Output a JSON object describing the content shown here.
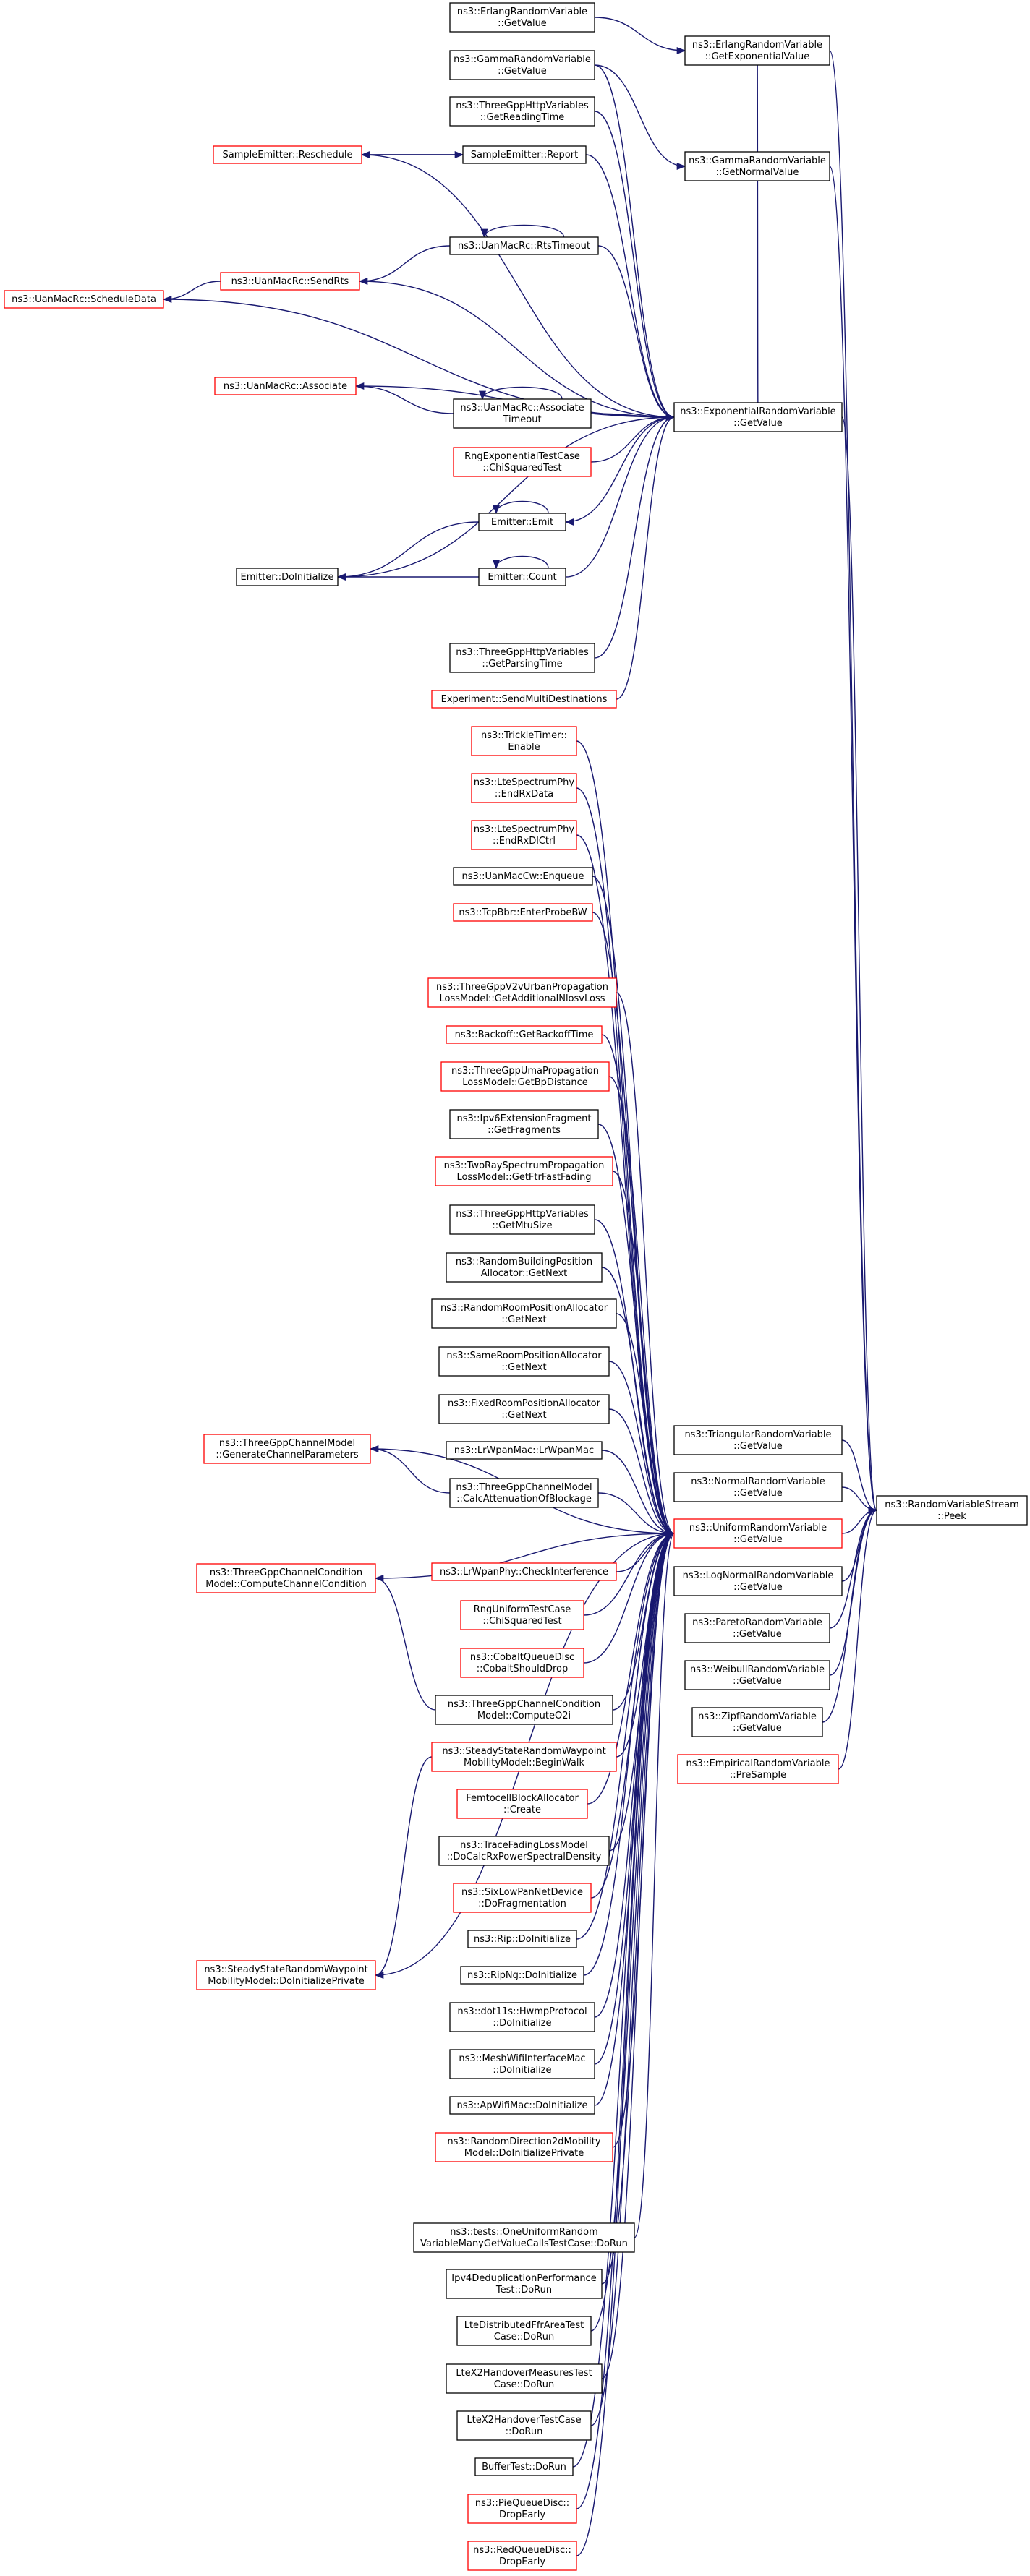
{
  "colors": {
    "edge": "#191970",
    "black_border": "#000000",
    "red_border": "#ff0000",
    "root_fill": "#bfbfbf"
  },
  "nodes": [
    {
      "id": "erlang_getvalue",
      "lines": [
        "ns3::ErlangRandomVariable",
        "::GetValue"
      ],
      "border": "black"
    },
    {
      "id": "erlang_getexponential",
      "lines": [
        "ns3::ErlangRandomVariable",
        "::GetExponentialValue"
      ],
      "border": "black"
    },
    {
      "id": "gamma_getvalue",
      "lines": [
        "ns3::GammaRandomVariable",
        "::GetValue"
      ],
      "border": "black"
    },
    {
      "id": "threegpphttp_readingtime",
      "lines": [
        "ns3::ThreeGppHttpVariables",
        "::GetReadingTime"
      ],
      "border": "black"
    },
    {
      "id": "gamma_getnormal",
      "lines": [
        "ns3::GammaRandomVariable",
        "::GetNormalValue"
      ],
      "border": "black"
    },
    {
      "id": "sampleemitter_reschedule",
      "lines": [
        "SampleEmitter::Reschedule"
      ],
      "border": "red"
    },
    {
      "id": "sampleemitter_report",
      "lines": [
        "SampleEmitter::Report"
      ],
      "border": "black"
    },
    {
      "id": "uanmacrc_rtstimeout",
      "lines": [
        "ns3::UanMacRc::RtsTimeout"
      ],
      "border": "black"
    },
    {
      "id": "uanmacrc_sendrts",
      "lines": [
        "ns3::UanMacRc::SendRts"
      ],
      "border": "red"
    },
    {
      "id": "uanmacrc_scheduledata",
      "lines": [
        "ns3::UanMacRc::ScheduleData"
      ],
      "border": "red"
    },
    {
      "id": "uanmacrc_associate",
      "lines": [
        "ns3::UanMacRc::Associate"
      ],
      "border": "red"
    },
    {
      "id": "uanmacrc_associatetimeout",
      "lines": [
        "ns3::UanMacRc::Associate",
        "Timeout"
      ],
      "border": "black"
    },
    {
      "id": "exponential_getvalue",
      "lines": [
        "ns3::ExponentialRandomVariable",
        "::GetValue"
      ],
      "border": "black"
    },
    {
      "id": "rngexp_chisquared",
      "lines": [
        "RngExponentialTestCase",
        "::ChiSquaredTest"
      ],
      "border": "red"
    },
    {
      "id": "emitter_emit",
      "lines": [
        "Emitter::Emit"
      ],
      "border": "black"
    },
    {
      "id": "emitter_doinitialize",
      "lines": [
        "Emitter::DoInitialize"
      ],
      "border": "black"
    },
    {
      "id": "emitter_count",
      "lines": [
        "Emitter::Count"
      ],
      "border": "black"
    },
    {
      "id": "threegpphttp_parsingtime",
      "lines": [
        "ns3::ThreeGppHttpVariables",
        "::GetParsingTime"
      ],
      "border": "black"
    },
    {
      "id": "experiment_sendmulti",
      "lines": [
        "Experiment::SendMultiDestinations"
      ],
      "border": "red"
    },
    {
      "id": "trickletimer_enable",
      "lines": [
        "ns3::TrickleTimer::",
        "Enable"
      ],
      "border": "red"
    },
    {
      "id": "ltespectrumphy_endrxdata",
      "lines": [
        "ns3::LteSpectrumPhy",
        "::EndRxData"
      ],
      "border": "red"
    },
    {
      "id": "ltespectrumphy_endrxdlctrl",
      "lines": [
        "ns3::LteSpectrumPhy",
        "::EndRxDlCtrl"
      ],
      "border": "red"
    },
    {
      "id": "uanmaccw_enqueue",
      "lines": [
        "ns3::UanMacCw::Enqueue"
      ],
      "border": "black"
    },
    {
      "id": "tcpbbr_enterprobebw",
      "lines": [
        "ns3::TcpBbr::EnterProbeBW"
      ],
      "border": "red"
    },
    {
      "id": "threegppv2v_nlosv",
      "lines": [
        "ns3::ThreeGppV2vUrbanPropagation",
        "LossModel::GetAdditionalNlosvLoss"
      ],
      "border": "red"
    },
    {
      "id": "backoff_getbackofftime",
      "lines": [
        "ns3::Backoff::GetBackoffTime"
      ],
      "border": "red"
    },
    {
      "id": "threegppuma_bpdistance",
      "lines": [
        "ns3::ThreeGppUmaPropagation",
        "LossModel::GetBpDistance"
      ],
      "border": "red"
    },
    {
      "id": "ipv6extfragment_getfragments",
      "lines": [
        "ns3::Ipv6ExtensionFragment",
        "::GetFragments"
      ],
      "border": "black"
    },
    {
      "id": "tworayspectrum_ftrfastfading",
      "lines": [
        "ns3::TwoRaySpectrumPropagation",
        "LossModel::GetFtrFastFading"
      ],
      "border": "red"
    },
    {
      "id": "threegpphttp_getmtusize",
      "lines": [
        "ns3::ThreeGppHttpVariables",
        "::GetMtuSize"
      ],
      "border": "black"
    },
    {
      "id": "randombuildingposition_getnext",
      "lines": [
        "ns3::RandomBuildingPosition",
        "Allocator::GetNext"
      ],
      "border": "black"
    },
    {
      "id": "randomroomposition_getnext",
      "lines": [
        "ns3::RandomRoomPositionAllocator",
        "::GetNext"
      ],
      "border": "black"
    },
    {
      "id": "sameroomposition_getnext",
      "lines": [
        "ns3::SameRoomPositionAllocator",
        "::GetNext"
      ],
      "border": "black"
    },
    {
      "id": "fixedroomposition_getnext",
      "lines": [
        "ns3::FixedRoomPositionAllocator",
        "::GetNext"
      ],
      "border": "black"
    },
    {
      "id": "threegppchannelmodel_generate",
      "lines": [
        "ns3::ThreeGppChannelModel",
        "::GenerateChannelParameters"
      ],
      "border": "red"
    },
    {
      "id": "lrwpanmac_lrwpanmac",
      "lines": [
        "ns3::LrWpanMac::LrWpanMac"
      ],
      "border": "black"
    },
    {
      "id": "threegppchannelmodel_calcattenuation",
      "lines": [
        "ns3::ThreeGppChannelModel",
        "::CalcAttenuationOfBlockage"
      ],
      "border": "black"
    },
    {
      "id": "triangular_getvalue",
      "lines": [
        "ns3::TriangularRandomVariable",
        "::GetValue"
      ],
      "border": "black"
    },
    {
      "id": "normal_getvalue",
      "lines": [
        "ns3::NormalRandomVariable",
        "::GetValue"
      ],
      "border": "black"
    },
    {
      "id": "rvstream_peek",
      "lines": [
        "ns3::RandomVariableStream",
        "::Peek"
      ],
      "border": "black",
      "root": true
    },
    {
      "id": "uniform_getvalue",
      "lines": [
        "ns3::UniformRandomVariable",
        "::GetValue"
      ],
      "border": "red"
    },
    {
      "id": "threegppchannelcondition_compute",
      "lines": [
        "ns3::ThreeGppChannelCondition",
        "Model::ComputeChannelCondition"
      ],
      "border": "red"
    },
    {
      "id": "lrwpanphy_checkinterference",
      "lines": [
        "ns3::LrWpanPhy::CheckInterference"
      ],
      "border": "red"
    },
    {
      "id": "lognormal_getvalue",
      "lines": [
        "ns3::LogNormalRandomVariable",
        "::GetValue"
      ],
      "border": "black"
    },
    {
      "id": "rnguniform_chisquared",
      "lines": [
        "RngUniformTestCase",
        "::ChiSquaredTest"
      ],
      "border": "red"
    },
    {
      "id": "pareto_getvalue",
      "lines": [
        "ns3::ParetoRandomVariable",
        "::GetValue"
      ],
      "border": "black"
    },
    {
      "id": "cobaltqueuedisc_shoulddrop",
      "lines": [
        "ns3::CobaltQueueDisc",
        "::CobaltShouldDrop"
      ],
      "border": "red"
    },
    {
      "id": "weibull_getvalue",
      "lines": [
        "ns3::WeibullRandomVariable",
        "::GetValue"
      ],
      "border": "black"
    },
    {
      "id": "threegppchannelcondition_computeo2i",
      "lines": [
        "ns3::ThreeGppChannelCondition",
        "Model::ComputeO2i"
      ],
      "border": "black"
    },
    {
      "id": "zipf_getvalue",
      "lines": [
        "ns3::ZipfRandomVariable",
        "::GetValue"
      ],
      "border": "black"
    },
    {
      "id": "empirical_presample",
      "lines": [
        "ns3::EmpiricalRandomVariable",
        "::PreSample"
      ],
      "border": "red"
    },
    {
      "id": "steadystate_beginwalk",
      "lines": [
        "ns3::SteadyStateRandomWaypoint",
        "MobilityModel::BeginWalk"
      ],
      "border": "red"
    },
    {
      "id": "femtocellblock_create",
      "lines": [
        "FemtocellBlockAllocator",
        "::Create"
      ],
      "border": "red"
    },
    {
      "id": "tracefading_docalcrx",
      "lines": [
        "ns3::TraceFadingLossModel",
        "::DoCalcRxPowerSpectralDensity"
      ],
      "border": "black"
    },
    {
      "id": "steadystate_doinitializeprivate",
      "lines": [
        "ns3::SteadyStateRandomWaypoint",
        "MobilityModel::DoInitializePrivate"
      ],
      "border": "red"
    },
    {
      "id": "sixlowpan_dofragmentation",
      "lines": [
        "ns3::SixLowPanNetDevice",
        "::DoFragmentation"
      ],
      "border": "red"
    },
    {
      "id": "rip_doinitialize",
      "lines": [
        "ns3::Rip::DoInitialize"
      ],
      "border": "black"
    },
    {
      "id": "ripng_doinitialize",
      "lines": [
        "ns3::RipNg::DoInitialize"
      ],
      "border": "black"
    },
    {
      "id": "dot11s_hwmp_doinitialize",
      "lines": [
        "ns3::dot11s::HwmpProtocol",
        "::DoInitialize"
      ],
      "border": "black"
    },
    {
      "id": "meshwifi_doinitialize",
      "lines": [
        "ns3::MeshWifiInterfaceMac",
        "::DoInitialize"
      ],
      "border": "black"
    },
    {
      "id": "apwifimac_doinitialize",
      "lines": [
        "ns3::ApWifiMac::DoInitialize"
      ],
      "border": "black"
    },
    {
      "id": "randomdirection2d_doinitializeprivate",
      "lines": [
        "ns3::RandomDirection2dMobility",
        "Model::DoInitializePrivate"
      ],
      "border": "red"
    },
    {
      "id": "oneuniformrandom_dorun",
      "lines": [
        "ns3::tests::OneUniformRandom",
        "VariableManyGetValueCallsTestCase::DoRun"
      ],
      "border": "black"
    },
    {
      "id": "ipv4dedup_dorun",
      "lines": [
        "Ipv4DeduplicationPerformance",
        "Test::DoRun"
      ],
      "border": "black"
    },
    {
      "id": "ltedistributedffr_dorun",
      "lines": [
        "LteDistributedFfrAreaTest",
        "Case::DoRun"
      ],
      "border": "black"
    },
    {
      "id": "ltex2handovermeasures_dorun",
      "lines": [
        "LteX2HandoverMeasuresTest",
        "Case::DoRun"
      ],
      "border": "black"
    },
    {
      "id": "ltex2handover_dorun",
      "lines": [
        "LteX2HandoverTestCase",
        "::DoRun"
      ],
      "border": "black"
    },
    {
      "id": "buffertest_dorun",
      "lines": [
        "BufferTest::DoRun"
      ],
      "border": "black"
    },
    {
      "id": "piequeuedisc_dropearly",
      "lines": [
        "ns3::PieQueueDisc::",
        "DropEarly"
      ],
      "border": "red"
    },
    {
      "id": "redqueuedisc_dropearly",
      "lines": [
        "ns3::RedQueueDisc::",
        "DropEarly"
      ],
      "border": "red"
    }
  ],
  "edges": [
    [
      "erlang_getvalue",
      "erlang_getexponential"
    ],
    [
      "erlang_getexponential",
      "rvstream_peek"
    ],
    [
      "gamma_getvalue",
      "gamma_getnormal"
    ],
    [
      "gamma_getnormal",
      "rvstream_peek"
    ],
    [
      "exponential_getvalue",
      "rvstream_peek"
    ],
    [
      "triangular_getvalue",
      "rvstream_peek"
    ],
    [
      "normal_getvalue",
      "rvstream_peek"
    ],
    [
      "uniform_getvalue",
      "rvstream_peek"
    ],
    [
      "lognormal_getvalue",
      "rvstream_peek"
    ],
    [
      "pareto_getvalue",
      "rvstream_peek"
    ],
    [
      "weibull_getvalue",
      "rvstream_peek"
    ],
    [
      "zipf_getvalue",
      "rvstream_peek"
    ],
    [
      "empirical_presample",
      "rvstream_peek"
    ],
    [
      "erlang_getexponential",
      "exponential_getvalue"
    ],
    [
      "gamma_getvalue",
      "exponential_getvalue"
    ],
    [
      "threegpphttp_readingtime",
      "exponential_getvalue"
    ],
    [
      "sampleemitter_report",
      "sampleemitter_reschedule"
    ],
    [
      "sampleemitter_reschedule",
      "sampleemitter_report"
    ],
    [
      "sampleemitter_reschedule",
      "exponential_getvalue"
    ],
    [
      "sampleemitter_report",
      "exponential_getvalue"
    ],
    [
      "uanmacrc_rtstimeout",
      "uanmacrc_sendrts"
    ],
    [
      "uanmacrc_sendrts",
      "uanmacrc_scheduledata"
    ],
    [
      "uanmacrc_rtstimeout",
      "uanmacrc_rtstimeout"
    ],
    [
      "uanmacrc_rtstimeout",
      "exponential_getvalue"
    ],
    [
      "uanmacrc_sendrts",
      "exponential_getvalue"
    ],
    [
      "uanmacrc_scheduledata",
      "exponential_getvalue"
    ],
    [
      "uanmacrc_associate",
      "exponential_getvalue"
    ],
    [
      "uanmacrc_associatetimeout",
      "uanmacrc_associate"
    ],
    [
      "uanmacrc_associatetimeout",
      "uanmacrc_associatetimeout"
    ],
    [
      "uanmacrc_associatetimeout",
      "exponential_getvalue"
    ],
    [
      "rngexp_chisquared",
      "exponential_getvalue"
    ],
    [
      "exponential_getvalue",
      "emitter_emit"
    ],
    [
      "emitter_emit",
      "emitter_doinitialize"
    ],
    [
      "emitter_emit",
      "emitter_emit"
    ],
    [
      "emitter_count",
      "emitter_doinitialize"
    ],
    [
      "emitter_count",
      "emitter_count"
    ],
    [
      "emitter_count",
      "exponential_getvalue"
    ],
    [
      "emitter_doinitialize",
      "exponential_getvalue"
    ],
    [
      "threegpphttp_parsingtime",
      "exponential_getvalue"
    ],
    [
      "experiment_sendmulti",
      "exponential_getvalue"
    ],
    [
      "trickletimer_enable",
      "uniform_getvalue"
    ],
    [
      "ltespectrumphy_endrxdata",
      "uniform_getvalue"
    ],
    [
      "ltespectrumphy_endrxdlctrl",
      "uniform_getvalue"
    ],
    [
      "uanmaccw_enqueue",
      "uniform_getvalue"
    ],
    [
      "tcpbbr_enterprobebw",
      "uniform_getvalue"
    ],
    [
      "threegppv2v_nlosv",
      "uniform_getvalue"
    ],
    [
      "backoff_getbackofftime",
      "uniform_getvalue"
    ],
    [
      "threegppuma_bpdistance",
      "uniform_getvalue"
    ],
    [
      "ipv6extfragment_getfragments",
      "uniform_getvalue"
    ],
    [
      "tworayspectrum_ftrfastfading",
      "uniform_getvalue"
    ],
    [
      "threegpphttp_getmtusize",
      "uniform_getvalue"
    ],
    [
      "randombuildingposition_getnext",
      "uniform_getvalue"
    ],
    [
      "randomroomposition_getnext",
      "uniform_getvalue"
    ],
    [
      "sameroomposition_getnext",
      "uniform_getvalue"
    ],
    [
      "fixedroomposition_getnext",
      "uniform_getvalue"
    ],
    [
      "threegppchannelmodel_generate",
      "uniform_getvalue"
    ],
    [
      "lrwpanmac_lrwpanmac",
      "uniform_getvalue"
    ],
    [
      "threegppchannelmodel_calcattenuation",
      "threegppchannelmodel_generate"
    ],
    [
      "threegppchannelmodel_calcattenuation",
      "uniform_getvalue"
    ],
    [
      "threegppchannelcondition_compute",
      "uniform_getvalue"
    ],
    [
      "lrwpanphy_checkinterference",
      "uniform_getvalue"
    ],
    [
      "rnguniform_chisquared",
      "uniform_getvalue"
    ],
    [
      "cobaltqueuedisc_shoulddrop",
      "uniform_getvalue"
    ],
    [
      "threegppchannelcondition_computeo2i",
      "threegppchannelcondition_compute"
    ],
    [
      "threegppchannelcondition_computeo2i",
      "uniform_getvalue"
    ],
    [
      "steadystate_beginwalk",
      "steadystate_doinitializeprivate"
    ],
    [
      "steadystate_beginwalk",
      "uniform_getvalue"
    ],
    [
      "steadystate_doinitializeprivate",
      "uniform_getvalue"
    ],
    [
      "femtocellblock_create",
      "uniform_getvalue"
    ],
    [
      "tracefading_docalcrx",
      "uniform_getvalue"
    ],
    [
      "sixlowpan_dofragmentation",
      "uniform_getvalue"
    ],
    [
      "rip_doinitialize",
      "uniform_getvalue"
    ],
    [
      "ripng_doinitialize",
      "uniform_getvalue"
    ],
    [
      "dot11s_hwmp_doinitialize",
      "uniform_getvalue"
    ],
    [
      "meshwifi_doinitialize",
      "uniform_getvalue"
    ],
    [
      "apwifimac_doinitialize",
      "uniform_getvalue"
    ],
    [
      "randomdirection2d_doinitializeprivate",
      "uniform_getvalue"
    ],
    [
      "oneuniformrandom_dorun",
      "uniform_getvalue"
    ],
    [
      "ipv4dedup_dorun",
      "uniform_getvalue"
    ],
    [
      "ltedistributedffr_dorun",
      "uniform_getvalue"
    ],
    [
      "ltex2handovermeasures_dorun",
      "uniform_getvalue"
    ],
    [
      "ltex2handover_dorun",
      "uniform_getvalue"
    ],
    [
      "buffertest_dorun",
      "uniform_getvalue"
    ],
    [
      "piequeuedisc_dropearly",
      "uniform_getvalue"
    ],
    [
      "redqueuedisc_dropearly",
      "uniform_getvalue"
    ]
  ]
}
